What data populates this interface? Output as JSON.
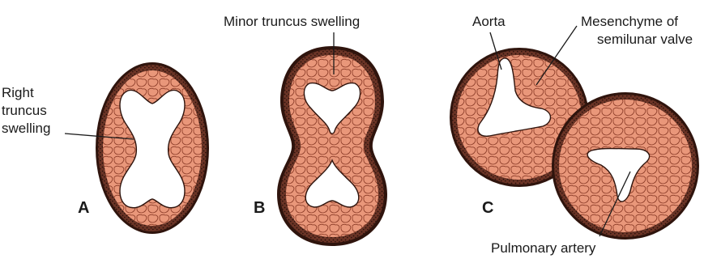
{
  "figure": {
    "panels": [
      {
        "letter": "A"
      },
      {
        "letter": "B"
      },
      {
        "letter": "C"
      }
    ],
    "labels": {
      "right_truncus_1": "Right",
      "right_truncus_2": "truncus",
      "right_truncus_3": "swelling",
      "minor_truncus": "Minor truncus swelling",
      "aorta": "Aorta",
      "mesenchyme_1": "Mesenchyme of",
      "mesenchyme_2": "semilunar valve",
      "pulmonary_artery": "Pulmonary artery"
    },
    "colors": {
      "tissue_fill": "#e9977a",
      "cell_outline": "#8a3a26",
      "outer_wall": "#3a1a12",
      "lumen": "#ffffff"
    }
  }
}
